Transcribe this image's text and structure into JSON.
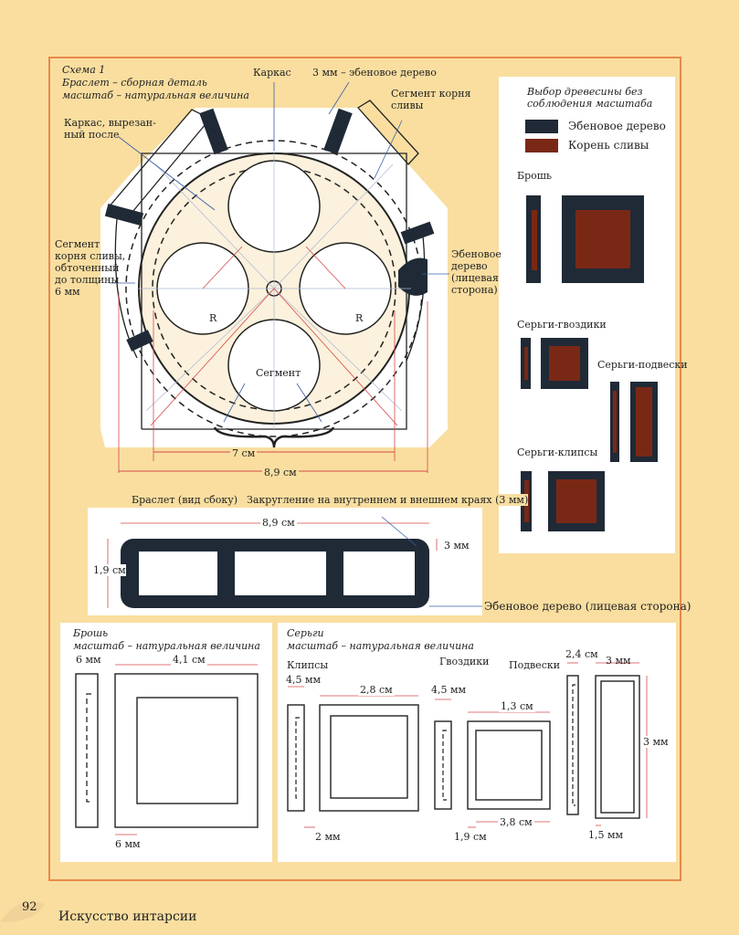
{
  "scheme": {
    "title1": "Схема 1",
    "title2": "Браслет – сборная деталь",
    "title3": "масштаб – натуральная величина"
  },
  "labels": {
    "karkas": "Каркас",
    "ebony3mm": "3 мм – эбеновое дерево",
    "segment_root": "Сегмент корня\nсливы",
    "karkas_cut": "Каркас, вырезан-\nный после",
    "segment_turned": "Сегмент\nкорня сливы,\nобточенный\nдо толщины\n6 мм",
    "ebony_face": "Эбеновое\nдерево\n(лицевая\nсторона)",
    "segment": "Сегмент",
    "r_left": "R",
    "r_right": "R",
    "dim_7cm": "7 см",
    "dim_89cm": "8,9 см"
  },
  "legend": {
    "title": "Выбор древесины без\nсоблюдения масштаба",
    "ebony": "Эбеновое дерево",
    "plum": "Корень сливы",
    "brooch": "Брошь",
    "studs": "Серьги-гвоздики",
    "pendants": "Серьги-подвески",
    "clips": "Серьги-клипсы",
    "colors": {
      "ebony": "#1f2a36",
      "plum": "#7a2816"
    }
  },
  "side": {
    "title": "Браслет (вид сбоку)",
    "rounding": "Закругление на внутреннем и внешнем краях (3 мм)",
    "width": "8,9 см",
    "height": "1,9 см",
    "edge": "3 мм",
    "ebony_face": "Эбеновое дерево (лицевая сторона)"
  },
  "brooch": {
    "title": "Брошь",
    "scale": "масштаб – натуральная величина",
    "d6mm_top": "6 мм",
    "d41": "4,1 см",
    "d6mm_bot": "6 мм"
  },
  "earrings": {
    "title": "Серьги",
    "scale": "масштаб – натуральная величина",
    "clips": "Клипсы",
    "studs": "Гвоздики",
    "pendants": "Подвески",
    "d45a": "4,5 мм",
    "d28": "2,8 см",
    "d45b": "4,5 мм",
    "d13": "1,3 см",
    "d24": "2,4 см",
    "d3mm_top": "3 мм",
    "d3mm_side": "3 мм",
    "d2mm": "2 мм",
    "d19": "1,9 см",
    "d38": "3,8 см",
    "d15": "1,5 мм"
  },
  "footer": {
    "page": "92",
    "book": "Искусство интарсии"
  }
}
